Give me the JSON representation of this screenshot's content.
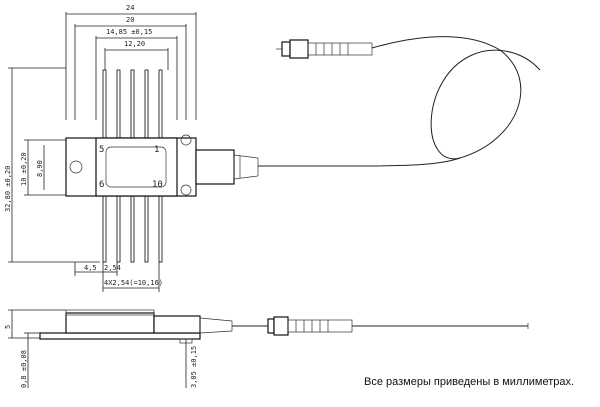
{
  "dimensions": {
    "width_24": "24",
    "width_20": "20",
    "width_14_85": "14,85 ±0,15",
    "width_12_20": "12,20",
    "height_32_80": "32,80 ±0,20",
    "height_10": "10 ±0,20",
    "height_8_90": "8,90",
    "pitch_4_5": "4,5",
    "pitch_2_54": "2,54",
    "pitch_4x2_54": "4X2,54(=10,16)",
    "side_5": "5",
    "side_0_8": "0,8 ±0,08",
    "side_3_05": "3,05 ±0,15"
  },
  "pins": {
    "p5": "5",
    "p1": "1",
    "p6": "6",
    "p10": "10"
  },
  "caption": "Все размеры приведены в миллиметрах."
}
